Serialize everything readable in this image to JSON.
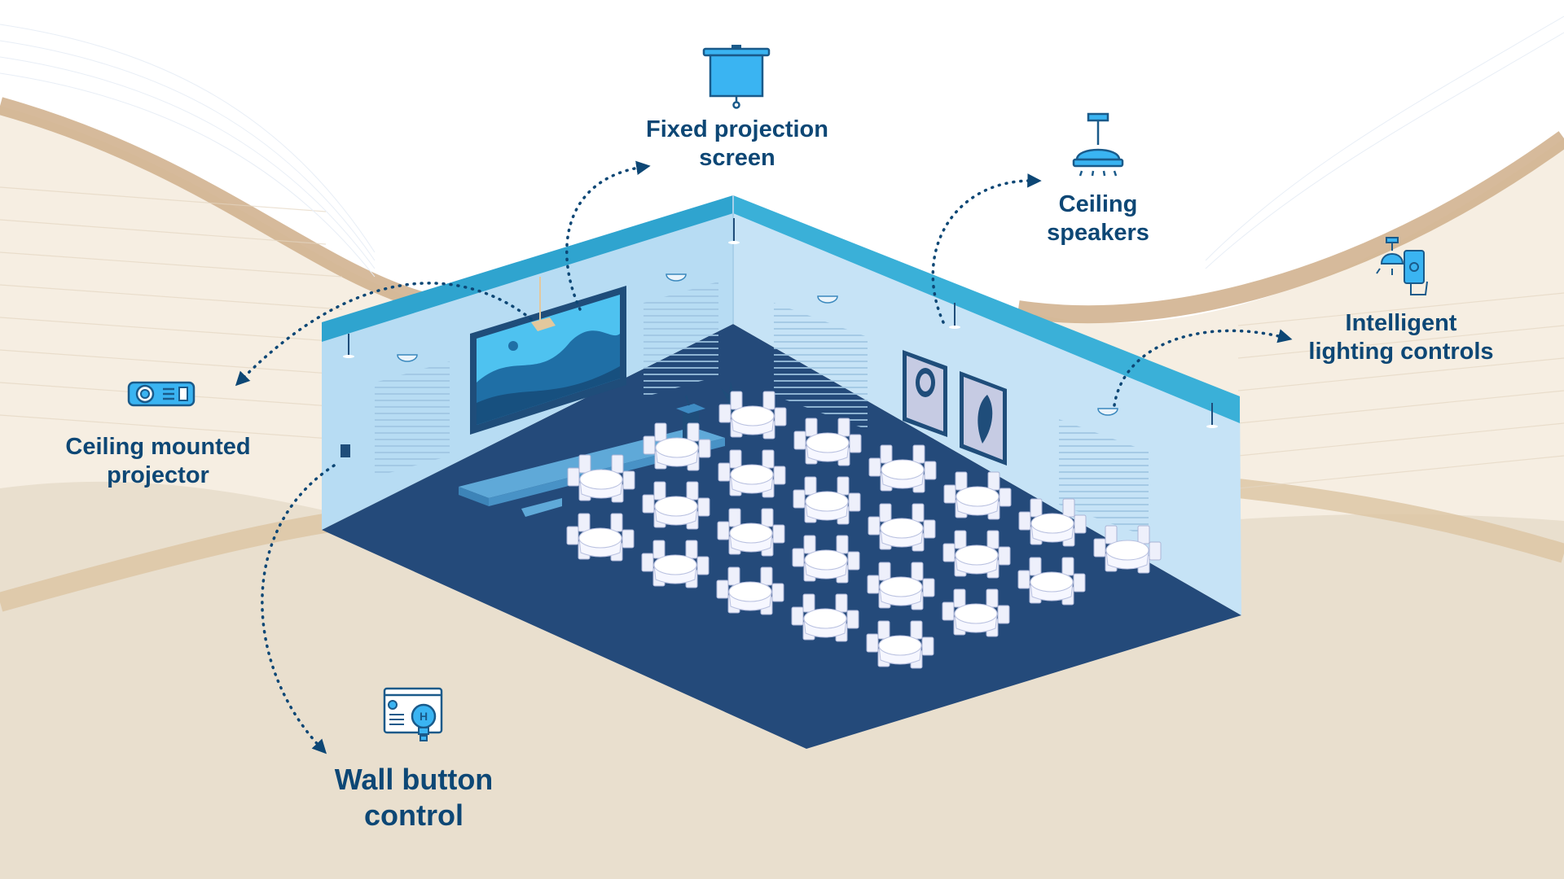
{
  "features": {
    "projection_screen": {
      "line1": "Fixed projection",
      "line2": "screen",
      "icon": "projection-screen-icon"
    },
    "ceiling_speakers": {
      "line1": "Ceiling",
      "line2": "speakers",
      "icon": "ceiling-speaker-icon"
    },
    "lighting_controls": {
      "line1": "Intelligent",
      "line2": "lighting controls",
      "icon": "smart-lighting-icon"
    },
    "projector": {
      "line1": "Ceiling mounted",
      "line2": "projector",
      "icon": "projector-icon"
    },
    "wall_button": {
      "line1": "Wall button",
      "line2": "control",
      "icon": "wall-button-control-icon"
    }
  },
  "colors": {
    "label_text": "#0d4775",
    "icon_blue": "#3ab4f2",
    "icon_stroke": "#1a5a8a",
    "wall": "#b7dcf3",
    "wall_right": "#c3e2f6",
    "wall_top": "#2fa4cf",
    "floor": "#244a7a",
    "background_sand": "#f4ede1",
    "background_band": "#c9a57a",
    "table_white": "#ffffff",
    "arrow": "#0d4775"
  }
}
